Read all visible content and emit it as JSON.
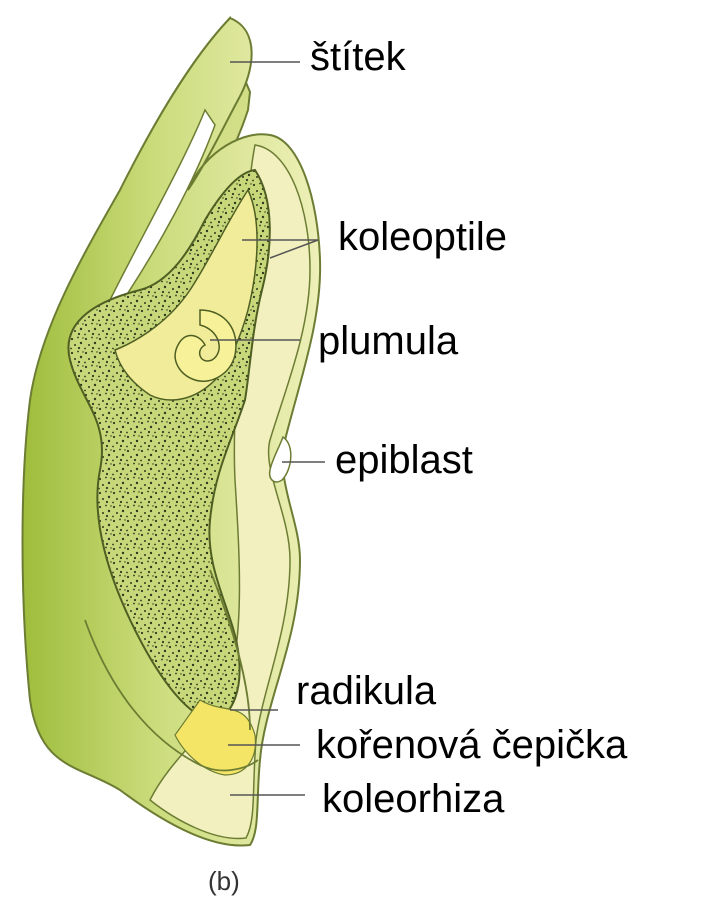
{
  "diagram": {
    "labels": {
      "stitek": "štítek",
      "koleoptile": "koleoptile",
      "plumula": "plumula",
      "epiblast": "epiblast",
      "radikula": "radikula",
      "korenova_cepicka": "kořenová čepička",
      "koleorhiza": "koleorhiza"
    },
    "caption": "(b)",
    "colors": {
      "outer_tissue": "#d3df8a",
      "outer_tissue_dark": "#a9c54a",
      "inner_light": "#f2f0b6",
      "cream": "#f7f3c4",
      "yellow": "#f4e77a",
      "embryo_tissue": "#c9d77a",
      "speckle": "#2d3a1e",
      "outline": "#5a6b2a",
      "leader_line": "#555555"
    }
  }
}
